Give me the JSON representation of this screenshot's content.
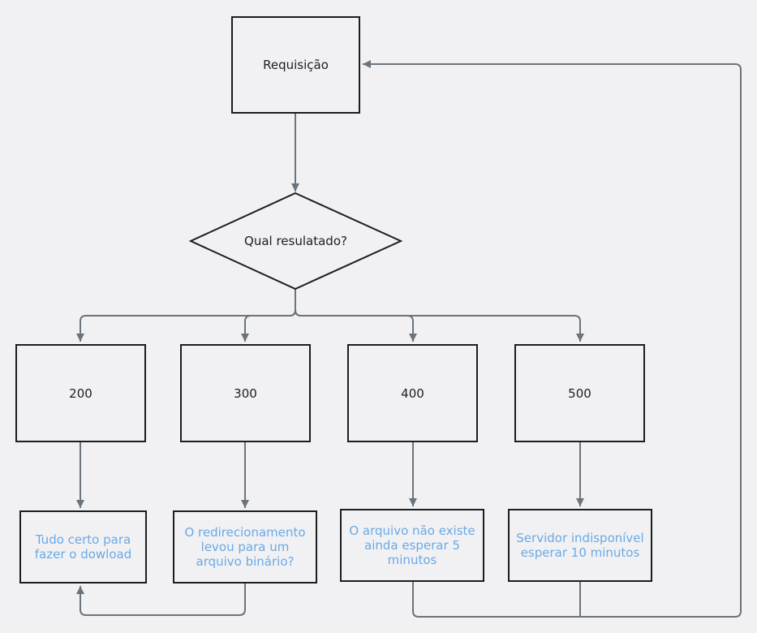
{
  "start": {
    "label": "Requisição"
  },
  "decision": {
    "label": "Qual resulatado?"
  },
  "statuses": [
    "200",
    "300",
    "400",
    "500"
  ],
  "results": [
    "Tudo certo para fazer o dowload",
    "O redirecionamento levou para um arquivo binário?",
    "O arquivo não existe ainda esperar 5 minutos",
    "Servidor indisponível esperar 10 minutos"
  ],
  "colors": {
    "line": "#6b737c",
    "border": "#1b1d1f",
    "result_text": "#6aa9e6",
    "background": "#f1f1f3"
  }
}
